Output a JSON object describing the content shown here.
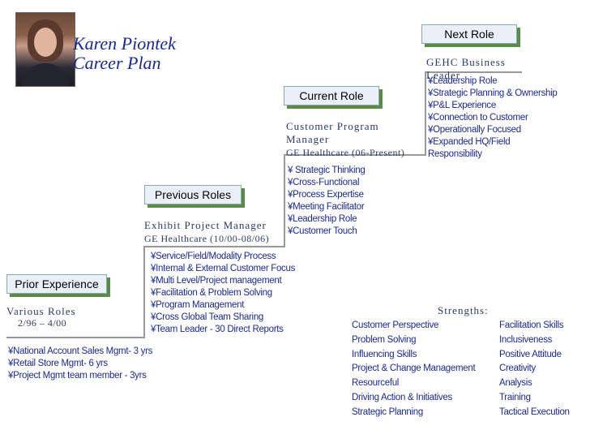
{
  "header": {
    "name": "Karen Piontek",
    "subtitle": "Career Plan"
  },
  "roles": {
    "prior": {
      "label": "Prior Experience",
      "title": "Various Roles",
      "dates": "2/96 – 4/00",
      "bullets": [
        "¥National Account Sales Mgmt- 3 yrs",
        "¥Retail Store Mgmt- 6 yrs",
        "¥Project Mgmt team member - 3yrs"
      ]
    },
    "previous": {
      "label": "Previous Roles",
      "title": "Exhibit Project Manager",
      "org": "GE Healthcare (10/00-08/06)",
      "bullets": [
        "¥Service/Field/Modality Process",
        "¥Internal & External Customer Focus",
        "¥Multi Level/Project management",
        "¥Facilitation & Problem Solving",
        "¥Program Management",
        "¥Cross Global Team Sharing",
        "¥Team Leader - 30 Direct Reports"
      ]
    },
    "current": {
      "label": "Current Role",
      "title_line1": "Customer Program",
      "title_line2": "Manager",
      "org": "GE Healthcare (06-Present)",
      "bullets": [
        "¥ Strategic Thinking",
        "¥Cross-Functional",
        "¥Process Expertise",
        "¥Meeting Facilitator",
        "¥Leadership Role",
        "¥Customer Touch"
      ]
    },
    "next": {
      "label": "Next Role",
      "title": "GEHC Business Leader",
      "bullets": [
        "¥Leadership Role",
        "¥Strategic Planning & Ownership",
        "¥P&L Experience",
        "¥Connection to Customer",
        "¥Operationally Focused",
        "¥Expanded HQ/Field Responsibility"
      ]
    }
  },
  "strengths": {
    "title": "Strengths:",
    "col1": [
      "Customer Perspective",
      "Problem Solving",
      "Influencing Skills",
      "Project & Change Management",
      "Resourceful",
      "Driving Action & Initiatives",
      "Strategic Planning"
    ],
    "col2": [
      "Facilitation Skills",
      "Inclusiveness",
      "Positive Attitude",
      "Creativity",
      "Analysis",
      "Training",
      "Tactical Execution"
    ]
  }
}
